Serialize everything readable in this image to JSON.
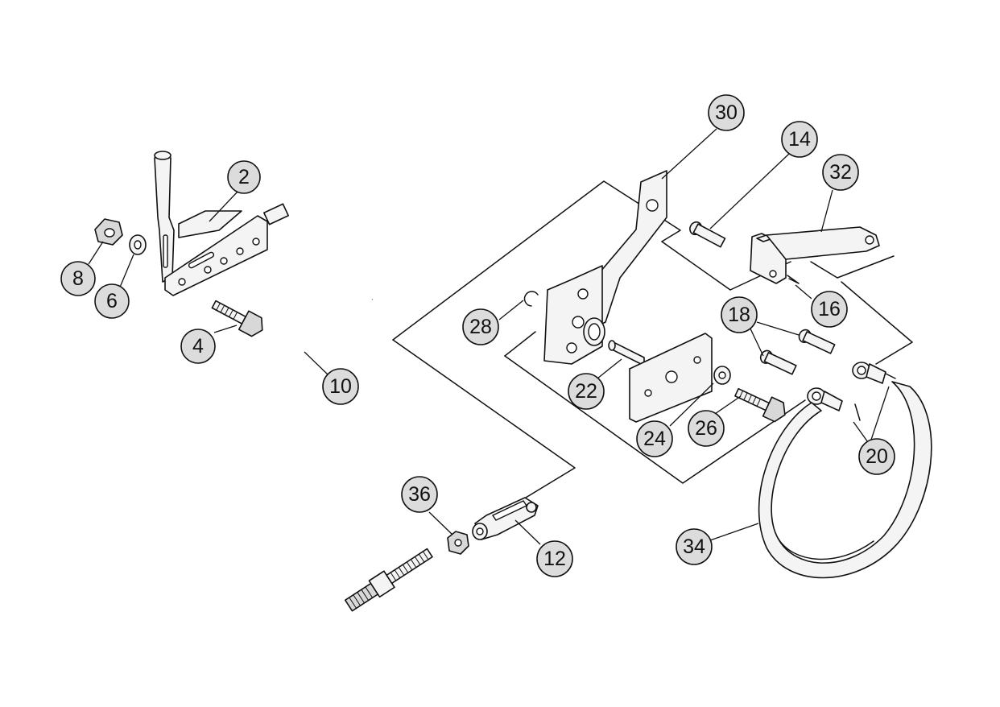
{
  "callouts": [
    {
      "id": "c2",
      "label": "2"
    },
    {
      "id": "c4",
      "label": "4"
    },
    {
      "id": "c6",
      "label": "6"
    },
    {
      "id": "c8",
      "label": "8"
    },
    {
      "id": "c10",
      "label": "10"
    },
    {
      "id": "c12",
      "label": "12"
    },
    {
      "id": "c14",
      "label": "14"
    },
    {
      "id": "c16",
      "label": "16"
    },
    {
      "id": "c18",
      "label": "18"
    },
    {
      "id": "c20",
      "label": "20"
    },
    {
      "id": "c22",
      "label": "22"
    },
    {
      "id": "c24",
      "label": "24"
    },
    {
      "id": "c26",
      "label": "26"
    },
    {
      "id": "c28",
      "label": "28"
    },
    {
      "id": "c30",
      "label": "30"
    },
    {
      "id": "c32",
      "label": "32"
    },
    {
      "id": "c34",
      "label": "34"
    },
    {
      "id": "c36",
      "label": "36"
    }
  ]
}
